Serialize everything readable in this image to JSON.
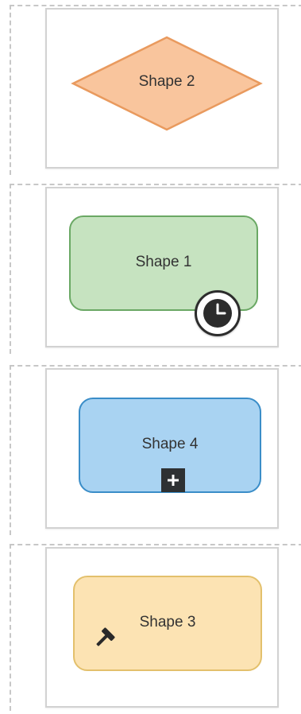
{
  "lanes": [
    {
      "shape": {
        "type": "diamond",
        "label": "Shape 2",
        "fill": "#f9c59d",
        "stroke": "#e99a5e"
      }
    },
    {
      "shape": {
        "type": "rounded-rect",
        "label": "Shape 1",
        "fill": "#c6e3c0",
        "stroke": "#6aa864",
        "badge_icon": "timer-icon"
      }
    },
    {
      "shape": {
        "type": "rounded-rect",
        "label": "Shape 4",
        "fill": "#a9d3f2",
        "stroke": "#3a8dc8",
        "badge_icon": "plus-icon"
      }
    },
    {
      "shape": {
        "type": "rounded-rect",
        "label": "Shape 3",
        "fill": "#fce3b3",
        "stroke": "#e3c06c",
        "badge_icon": "hammer-icon"
      }
    }
  ]
}
